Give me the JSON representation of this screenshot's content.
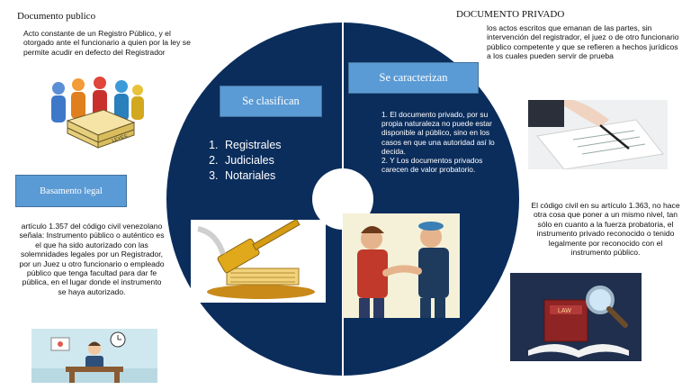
{
  "left": {
    "title": "Documento publico",
    "definition": "Acto constante de un Registro Público, y el otorgado ante el funcionario a quien por la ley se permite acudir en defecto del Registrador",
    "legal_box": "Basamento legal",
    "legal_text": "artículo 1.357 del código civil venezolano señala: Instrumento público o auténtico es el que ha sido autorizado con las solemnidades legales por un Registrador, por un Juez u otro funcionario o empleado público que tenga facultad para dar fe pública, en el lugar donde el instrumento se haya autorizado.",
    "books_label": "LEYES"
  },
  "center": {
    "classify_box": "Se clasifican",
    "classes": [
      "Registrales",
      "Judiciales",
      "Notariales"
    ],
    "characterize_box": "Se caracterizan",
    "characteristics": "1. El documento privado, por su propia naturaleza no puede estar disponible al público, sino en los casos en que una autoridad así lo decida.\n2. Y Los documentos privados carecen de valor probatorio."
  },
  "right": {
    "title": "DOCUMENTO PRIVADO",
    "definition": "los actos escritos que emanan de las partes, sin intervención del registrador, el juez o de otro funcionario público competente y que se refieren a hechos jurídicos a los cuales pueden servir de prueba",
    "code_text": "El código civil en su artículo 1.363, no hace otra cosa que poner a un mismo nivel, tan sólo en cuanto a la fuerza probatoria, el instrumento privado reconocido o tenido legalmente por reconocido con el instrumento público.",
    "law_book_label": "LAW"
  },
  "colors": {
    "circle": "#0b2d5c",
    "box": "#5b9bd5",
    "divider": "#ffffff"
  }
}
